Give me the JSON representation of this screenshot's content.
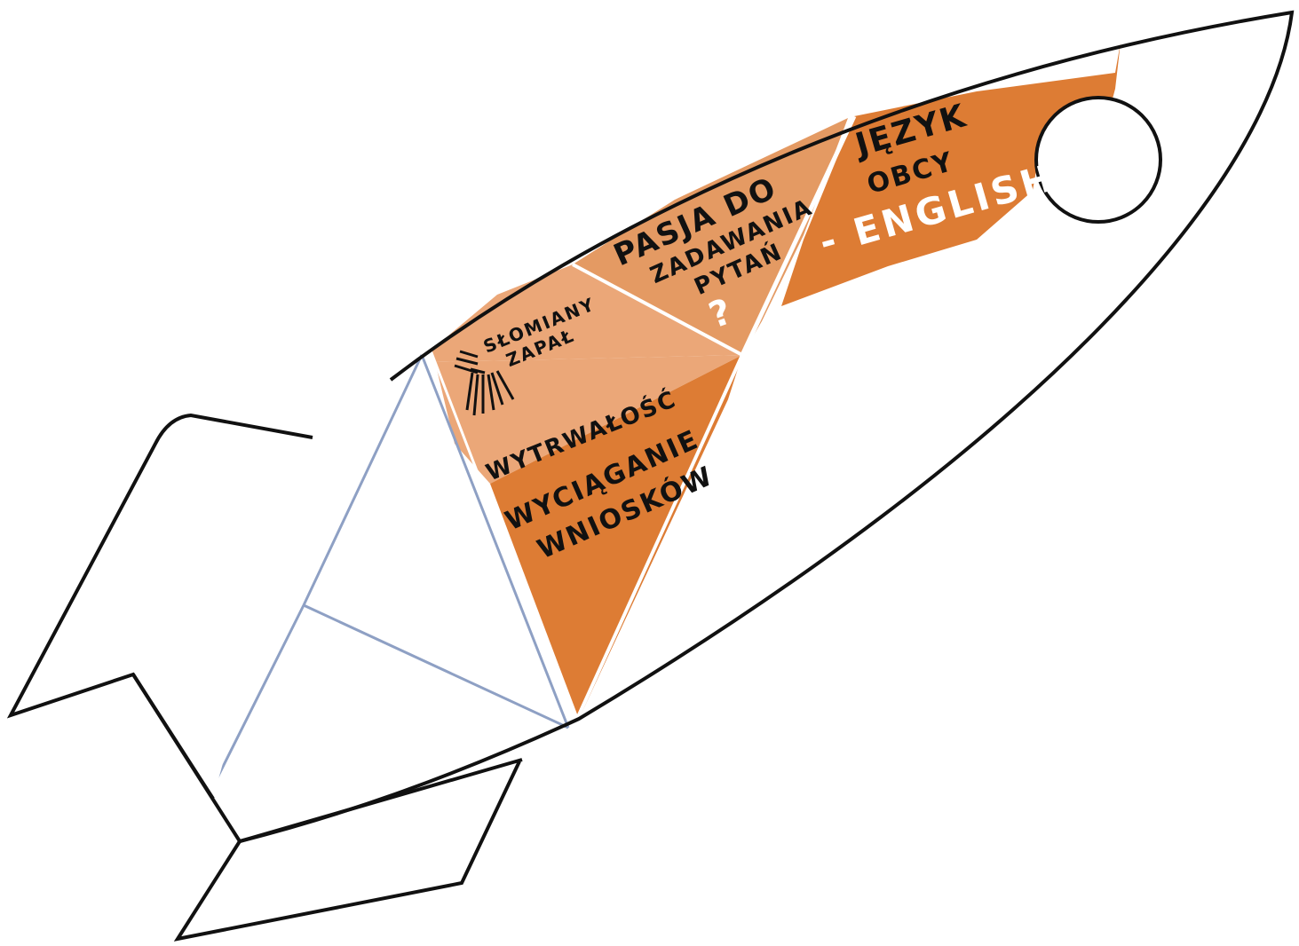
{
  "diagram": {
    "colors": {
      "outline": "#111111",
      "orange_dark": "#dd7c34",
      "orange_mid": "#e49a63",
      "orange_light": "#eba778",
      "white": "#ffffff",
      "panel_line": "#8ea0c4"
    },
    "sections": [
      {
        "id": "skomiany-zapal",
        "lines": [
          "SŁOMIANY",
          "ZAPAŁ"
        ],
        "icon": "straw-bundle-icon"
      },
      {
        "id": "wytrwalosc",
        "lines": [
          "WYTRWAŁOŚĆ"
        ]
      },
      {
        "id": "pasja",
        "lines": [
          "PASJA DO",
          "ZADAWANIA",
          "PYTAŃ",
          "?"
        ]
      },
      {
        "id": "wnioski",
        "lines": [
          "WYCIĄGANIE",
          "WNIOSKÓW"
        ]
      },
      {
        "id": "jezyk",
        "lines": [
          "JĘZYK",
          "OBCY"
        ],
        "highlight": "- ENGLISH"
      }
    ],
    "window_icon": "porthole-icon"
  }
}
